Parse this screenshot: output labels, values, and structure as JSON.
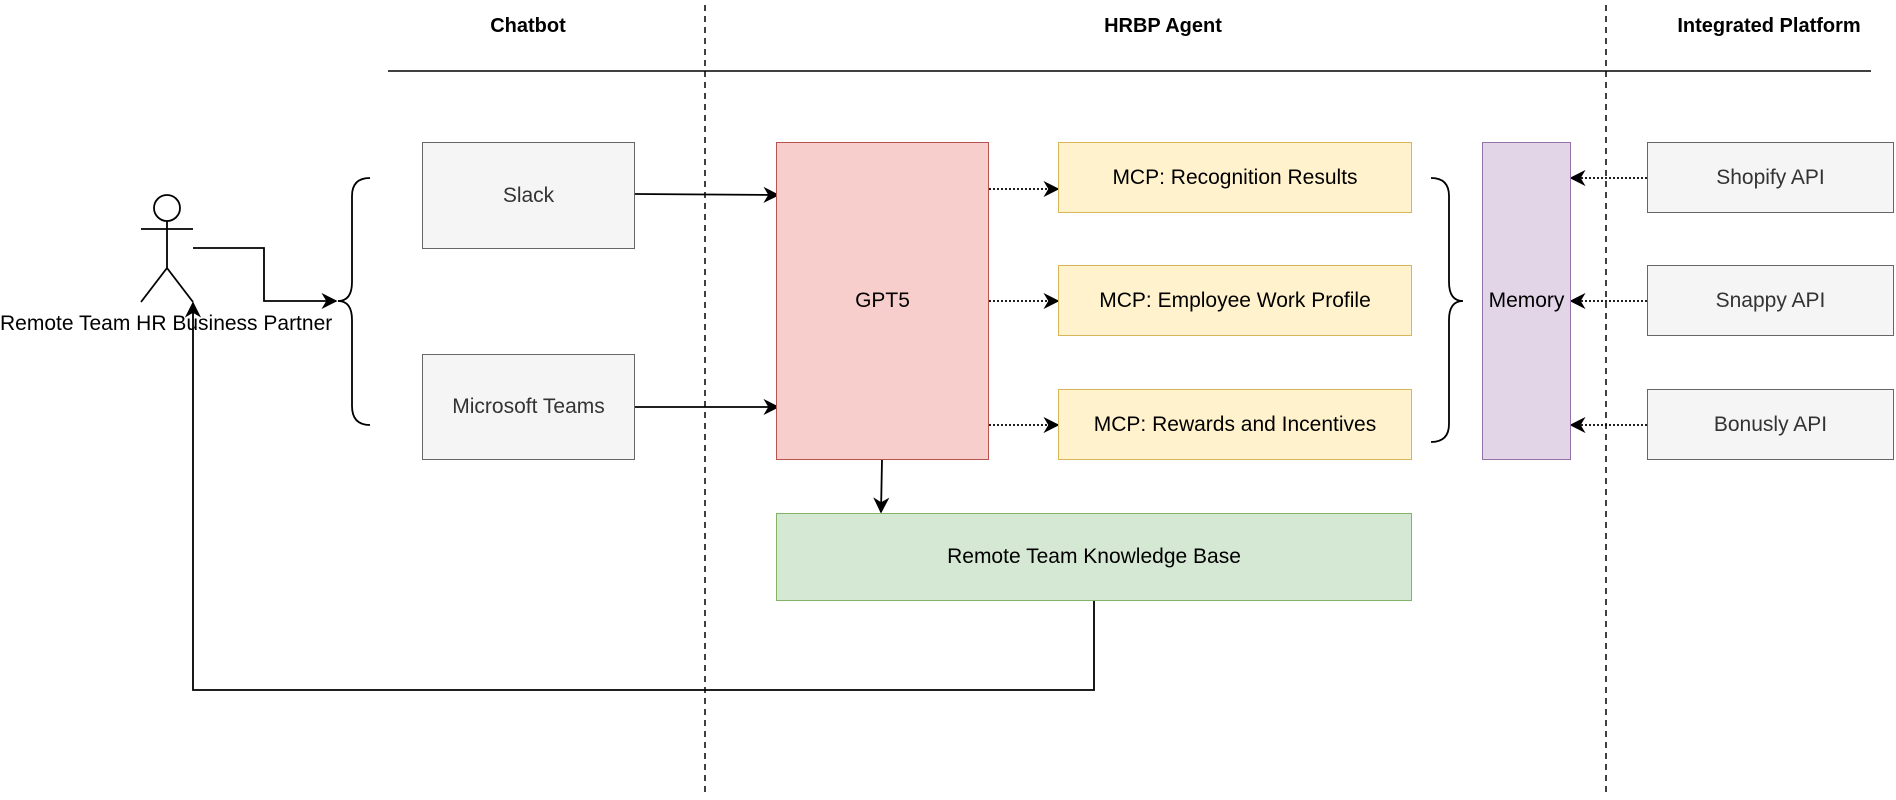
{
  "lanes": {
    "chatbot": "Chatbot",
    "hrbp_agent": "HRBP Agent",
    "integrated_platform": "Integrated Platform"
  },
  "actor": {
    "label": "Remote Team HR Business Partner"
  },
  "chatbot": {
    "slack": "Slack",
    "teams": "Microsoft Teams"
  },
  "agent": {
    "llm": "GPT5",
    "mcp_recognition": "MCP: Recognition Results",
    "mcp_profile": "MCP: Employee Work Profile",
    "mcp_rewards": "MCP: Rewards and Incentives",
    "memory": "Memory",
    "knowledge_base": "Remote Team Knowledge Base"
  },
  "platform": {
    "shopify": "Shopify API",
    "snappy": "Snappy API",
    "bonusly": "Bonusly API"
  },
  "colors": {
    "gray_fill": "#f5f5f5",
    "red_fill": "#f8cecc",
    "yellow_fill": "#fff2cc",
    "purple_fill": "#e1d5e7",
    "green_fill": "#d5e8d4"
  }
}
